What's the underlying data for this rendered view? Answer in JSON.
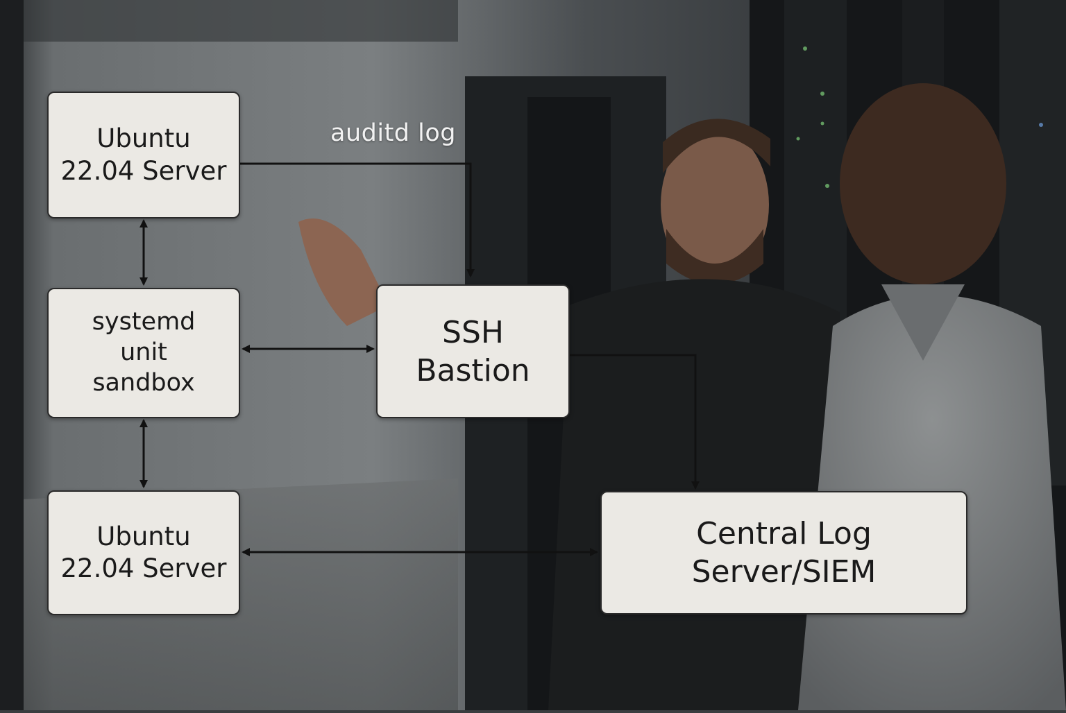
{
  "diagram": {
    "nodes": {
      "ubuntu_top": {
        "lines": [
          "Ubuntu",
          "22.04 Server"
        ]
      },
      "systemd": {
        "lines": [
          "systemd",
          "unit",
          "sandbox"
        ]
      },
      "ubuntu_bottom": {
        "lines": [
          "Ubuntu",
          "22.04 Server"
        ]
      },
      "ssh": {
        "lines": [
          "SSH",
          "Bastion"
        ]
      },
      "siem": {
        "lines": [
          "Central Log",
          "Server/SIEM"
        ]
      }
    },
    "edges": [
      {
        "from": "ubuntu_top",
        "to": "ssh",
        "label": "auditd log",
        "direction": "forward"
      },
      {
        "from": "ubuntu_top",
        "to": "systemd",
        "label": "",
        "direction": "both"
      },
      {
        "from": "systemd",
        "to": "ubuntu_bottom",
        "label": "",
        "direction": "both"
      },
      {
        "from": "systemd",
        "to": "ssh",
        "label": "",
        "direction": "both"
      },
      {
        "from": "ssh",
        "to": "siem",
        "label": "",
        "direction": "forward"
      },
      {
        "from": "ubuntu_bottom",
        "to": "siem",
        "label": "",
        "direction": "both"
      }
    ],
    "colors": {
      "box_fill": "#ebe9e4",
      "box_border": "#2a2a2a",
      "connector": "#111111",
      "label_text": "#f2f2f2"
    }
  }
}
